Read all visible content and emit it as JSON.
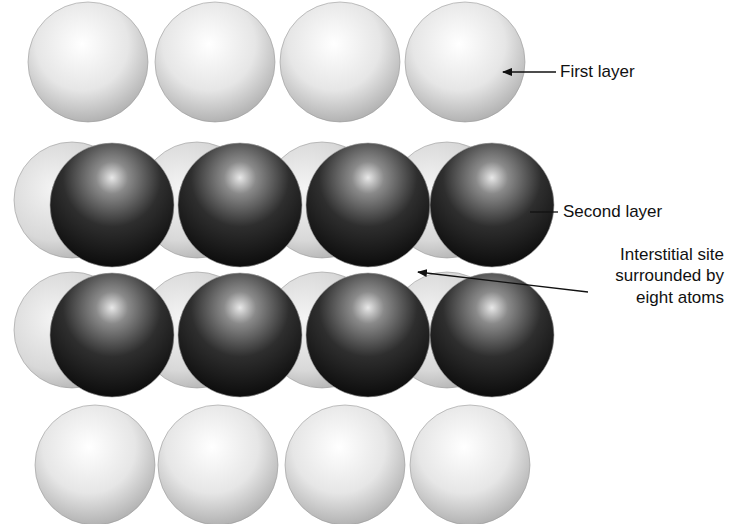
{
  "diagram": {
    "labels": [
      "First layer",
      "Second layer",
      "Interstitial site surrounded by eight atoms"
    ]
  }
}
